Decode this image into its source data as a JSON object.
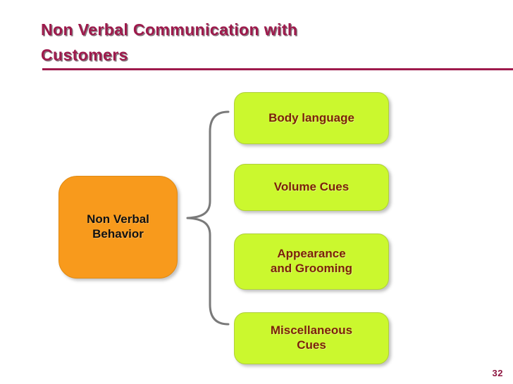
{
  "slide": {
    "title": "Non Verbal Communication with\nCustomers",
    "page_number": "32",
    "colors": {
      "title_text": "#9E1A4C",
      "title_rule": "#9E1A4C",
      "root_fill": "#F89A1C",
      "root_text": "#111111",
      "leaf_fill": "#CBF82E",
      "leaf_text": "#7C2209",
      "brace_stroke": "#7A7A7A",
      "background": "#FFFFFF"
    }
  },
  "diagram": {
    "type": "brace-tree",
    "root": {
      "label": "Non Verbal\nBehavior"
    },
    "connector": {
      "icon": "curly-brace-icon",
      "orientation": "left-pointing"
    },
    "leaves": [
      {
        "label": "Body language"
      },
      {
        "label": "Volume Cues"
      },
      {
        "label": "Appearance\nand Grooming"
      },
      {
        "label": "Miscellaneous\nCues"
      }
    ]
  }
}
